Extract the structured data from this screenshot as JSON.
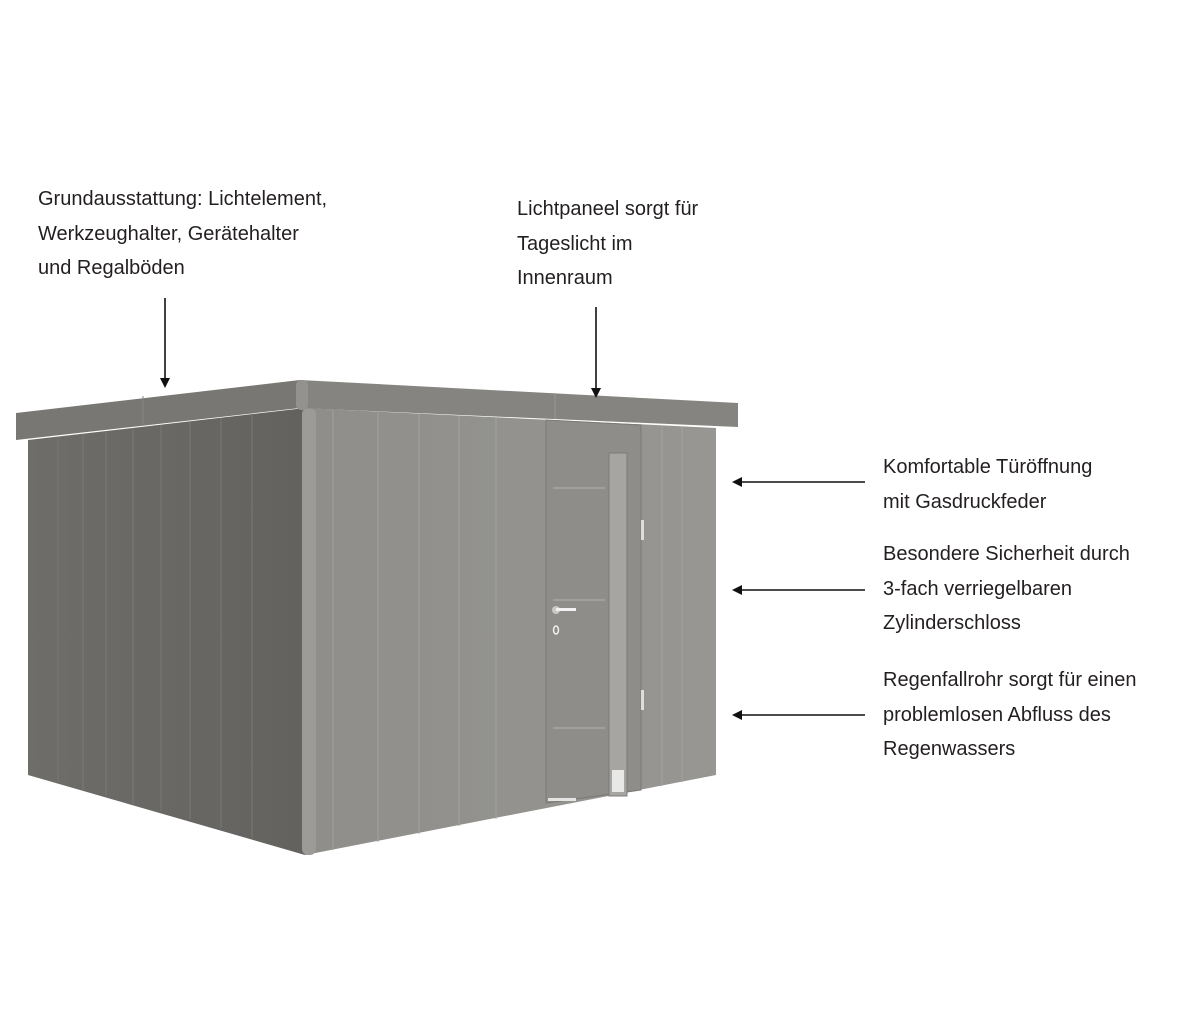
{
  "annotations": {
    "equipment": [
      "Grundausstattung: Lichtelement,",
      "Werkzeughalter, Gerätehalter",
      "und Regalböden"
    ],
    "light_panel": [
      "Lichtpaneel sorgt für",
      "Tageslicht im",
      "Innenraum"
    ],
    "door_opening": [
      "Komfortable Türöffnung",
      "mit Gasdruckfeder"
    ],
    "security": [
      "Besondere Sicherheit durch",
      "3-fach verriegelbaren",
      "Zylinderschloss"
    ],
    "drainpipe": [
      "Regenfallrohr sorgt für einen",
      "problemlosen Abfluss des",
      "Regenwassers"
    ]
  },
  "colors": {
    "shed_front": "#8c8b87",
    "shed_side": "#6f6e6b",
    "roof": "#7f7e7a",
    "text": "#231f20"
  }
}
